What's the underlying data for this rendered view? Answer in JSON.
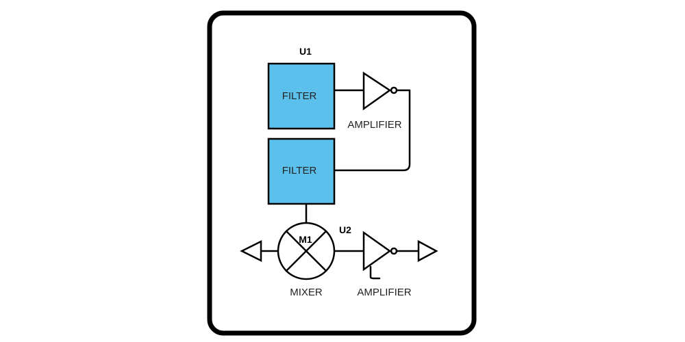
{
  "diagram": {
    "u1_ref": "U1",
    "filter1_label": "FILTER",
    "filter2_label": "FILTER",
    "amp1_label": "AMPLIFIER",
    "m1_ref": "M1",
    "mixer_label": "MIXER",
    "u2_ref": "U2",
    "amp2_label": "AMPLIFIER",
    "colors": {
      "filter_fill": "#5bc0eb",
      "stroke": "#000000",
      "background": "#ffffff"
    }
  }
}
